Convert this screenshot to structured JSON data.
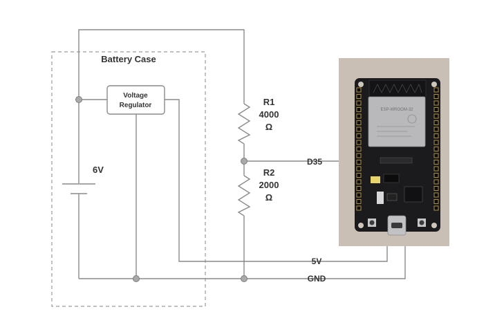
{
  "battery_case": {
    "title": "Battery Case"
  },
  "battery": {
    "label": "6V"
  },
  "regulator": {
    "line1": "Voltage",
    "line2": "Regulator"
  },
  "r1": {
    "name": "R1",
    "value": "4000",
    "unit": "Ω"
  },
  "r2": {
    "name": "R2",
    "value": "2000",
    "unit": "Ω"
  },
  "nets": {
    "d35": "D35",
    "v5": "5V",
    "gnd": "GND"
  },
  "board": {
    "module_text": "ESP-WROOM-32",
    "colors": {
      "pcb": "#1b1b1d",
      "shield": "#b9b9bb",
      "pin": "#d6b24a",
      "background": "#cfc6bb"
    }
  }
}
